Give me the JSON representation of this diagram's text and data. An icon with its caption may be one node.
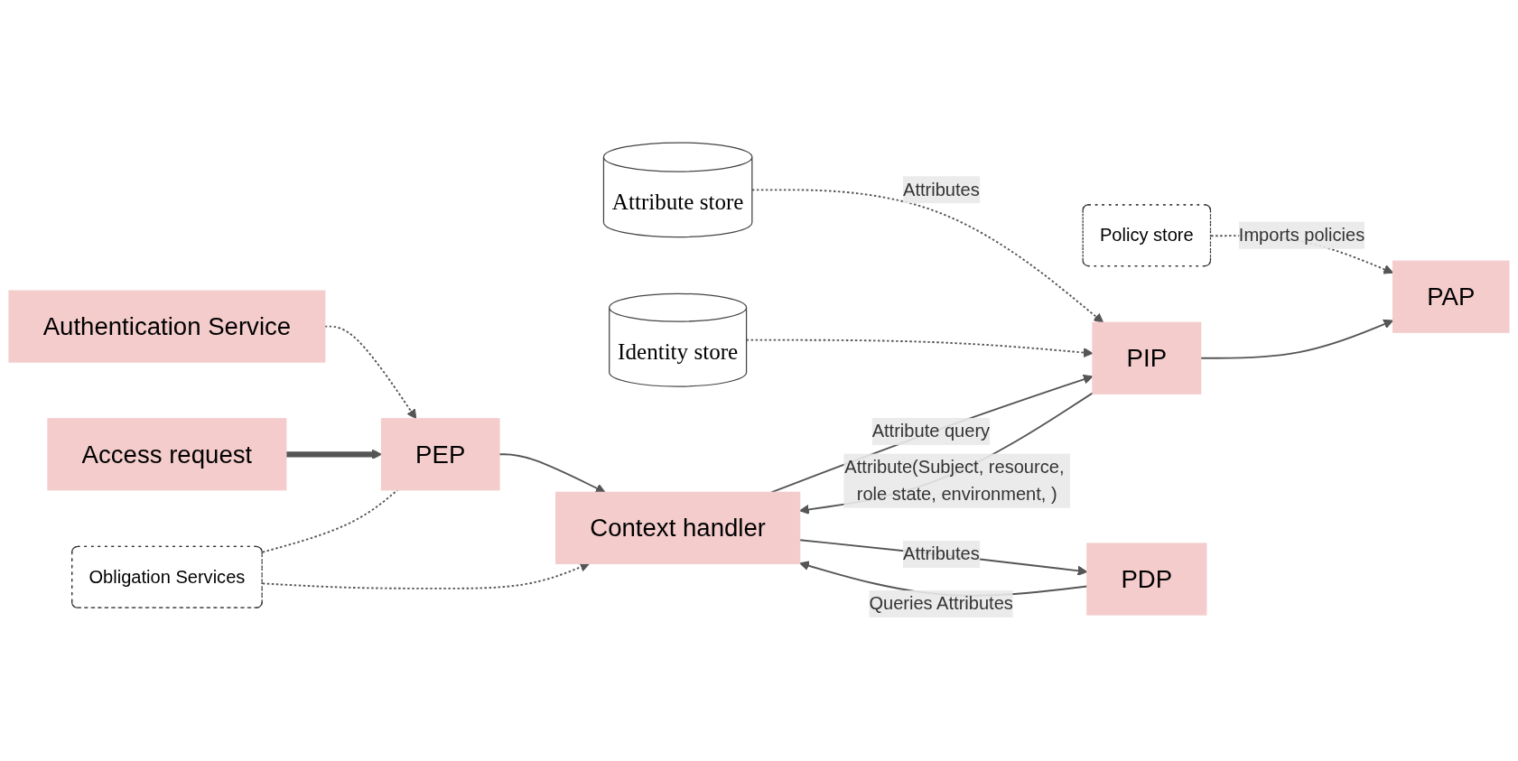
{
  "diagram": {
    "nodes": [
      {
        "text": [
          "Authentication Service"
        ]
      },
      {
        "text": [
          "Obligation Services"
        ]
      },
      {
        "text": [
          "Access request"
        ]
      },
      {
        "text": [
          "PEP"
        ]
      },
      {
        "text": [
          "Attribute store"
        ]
      },
      {
        "text": [
          "Policy store"
        ]
      },
      {
        "text": [
          "PIP"
        ]
      },
      {
        "text": [
          "PAP"
        ]
      },
      {
        "text": [
          "Context handler"
        ]
      },
      {
        "text": [
          "Identity store"
        ]
      },
      {
        "text": [
          "PDP"
        ]
      }
    ],
    "edges": [
      {
        "from": 0,
        "to": 3,
        "arrow": "to",
        "style": "dashed"
      },
      {
        "from": 2,
        "to": 3,
        "arrow": "to",
        "style": "thick"
      },
      {
        "from": 1,
        "to": 3,
        "arrow": "none",
        "style": "dashed"
      },
      {
        "from": 3,
        "to": 8,
        "arrow": "to"
      },
      {
        "from": 1,
        "to": 8,
        "arrow": "to",
        "style": "dashed"
      },
      {
        "from": 4,
        "to": 6,
        "arrow": "to",
        "style": "dashed",
        "label": "Attributes"
      },
      {
        "from": 5,
        "to": 7,
        "arrow": "to",
        "style": "dashed",
        "label": "Imports policies"
      },
      {
        "from": 6,
        "to": 7,
        "arrow": "to"
      },
      {
        "from": 9,
        "to": 6,
        "arrow": "to",
        "style": "dashed"
      },
      {
        "from": 6,
        "to": 8,
        "arrow": "to",
        "label": "Attribute(Subject, resource, role state, environment, )"
      },
      {
        "from": 8,
        "to": 6,
        "arrow": "to",
        "label": "Attribute query"
      },
      {
        "from": 10,
        "to": 8,
        "arrow": "to",
        "label": "Queries Attributes"
      },
      {
        "from": 8,
        "to": 10,
        "arrow": "to",
        "label": "Attributes"
      }
    ]
  }
}
